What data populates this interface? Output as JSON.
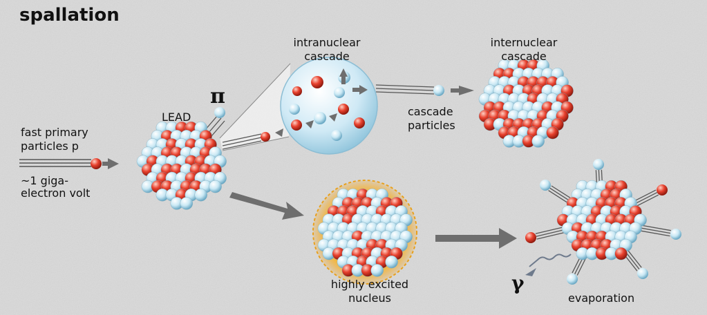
{
  "title": "spallation",
  "labels": {
    "fast_primary_1": "fast primary",
    "fast_primary_2": "particles p",
    "energy_1": "~1 giga-",
    "energy_2": "electron volt",
    "lead": "LEAD",
    "pi": "π",
    "intranuclear_1": "intranuclear",
    "intranuclear_2": "cascade",
    "internuclear_1": "internuclear",
    "internuclear_2": "cascade",
    "cascade_particles_1": "cascade",
    "cascade_particles_2": "particles",
    "excited_1": "highly excited",
    "excited_2": "nucleus",
    "gamma": "γ",
    "evaporation": "evaporation"
  },
  "colors": {
    "background": "#d9d9d9",
    "proton": "#e8412e",
    "neutron": "#c9e8f4",
    "arrow": "#6e6e6e",
    "glow": "#f2a21a",
    "cascade_bubble": "#c4e4f2"
  }
}
